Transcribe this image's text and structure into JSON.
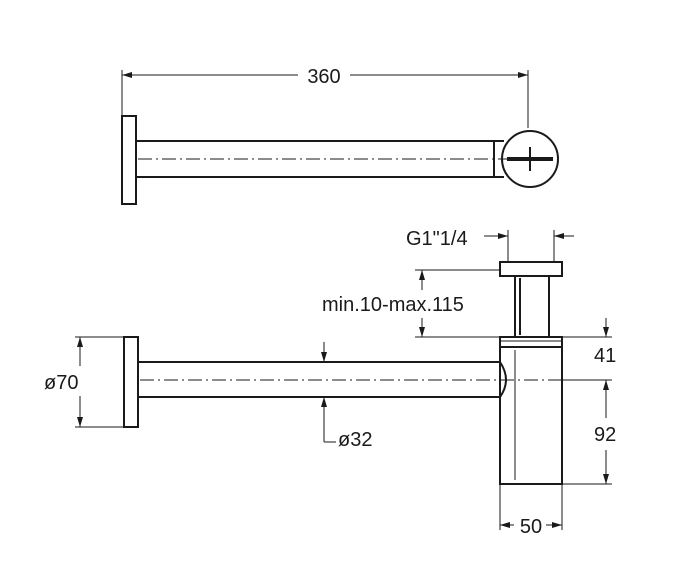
{
  "dimensions": {
    "length": "360",
    "thread": "G1\"1/4",
    "adjust_range": "min.10-max.115",
    "flange_diameter": "ø70",
    "pipe_diameter": "ø32",
    "body_upper": "41",
    "body_height": "92",
    "body_width": "50"
  }
}
